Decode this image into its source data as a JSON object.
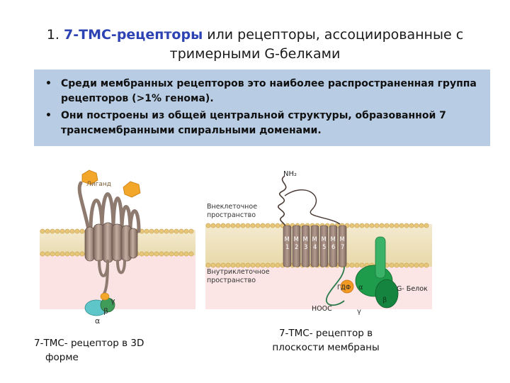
{
  "title": {
    "number": "1.",
    "accent": "7-ТМС-рецепторы",
    "rest": "или рецепторы, ассоциированные с",
    "line2": "тримерными   G-белками"
  },
  "bullets": [
    "Среди мембранных рецепторов  это наиболее распространенная группа  рецепторов   (>1%  генома).",
    "Они построены из общей центральной структуры, образованной  7 трансмембранными  спиральными доменами."
  ],
  "left_figure": {
    "ligand_label": "Лиганд",
    "gamma": "γ",
    "beta": "β",
    "alpha": "α"
  },
  "right_figure": {
    "nh2": "NH₂",
    "extracellular_1": "Внеклеточное",
    "extracellular_2": "пространство",
    "intracellular_1": "Внутриклеточное",
    "intracellular_2": "пространство",
    "helices": [
      "1",
      "2",
      "3",
      "4",
      "5",
      "6",
      "7"
    ],
    "helix_letter": "M",
    "gdp": "ГДФ",
    "alpha": "α",
    "beta": "β",
    "gamma": "γ",
    "g_protein": "G- Белок",
    "cooh": "HOOC"
  },
  "captions": {
    "left_1": "7-ТМС- рецептор в 3D",
    "left_2": "форме",
    "right_1": "7-ТМС- рецептор в",
    "right_2": "плоскости мембраны"
  },
  "colors": {
    "accent": "#2d43b4",
    "box_bg": "#b8cce4",
    "membrane": "#e8d9a8",
    "receptor": "#a88f84",
    "ligand": "#f2a62a",
    "g_protein": "#1e9c4b"
  }
}
